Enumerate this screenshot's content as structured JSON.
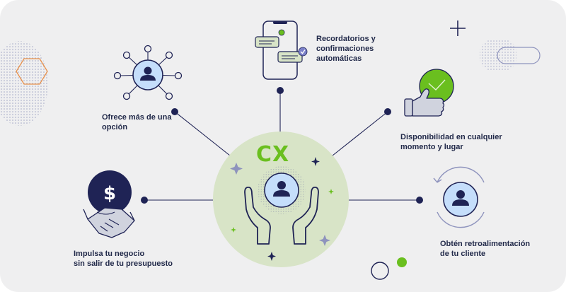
{
  "center": {
    "title": "CX"
  },
  "benefits": [
    {
      "id": "options",
      "label": "Ofrece más de una\nopción"
    },
    {
      "id": "reminders",
      "label": "Recordatorios y\nconfirmaciones\nautomáticas"
    },
    {
      "id": "availability",
      "label": "Disponibilidad en cualquier\nmomento y lugar"
    },
    {
      "id": "budget",
      "label": "Impulsa tu negocio\nsin salir de tu presupuesto"
    },
    {
      "id": "feedback",
      "label": "Obtén retroalimentación\nde tu cliente"
    }
  ],
  "colors": {
    "navy": "#1f2355",
    "green": "#6abf1f",
    "light_blue": "#c5defb",
    "hub": "#d8e4c7",
    "background": "#efeff0",
    "orange": "#e8904a"
  },
  "icons": [
    "network-icon",
    "phone-chat-icon",
    "thumbs-up-clock-icon",
    "handshake-dollar-icon",
    "cycle-user-icon",
    "hands-user-icon"
  ]
}
